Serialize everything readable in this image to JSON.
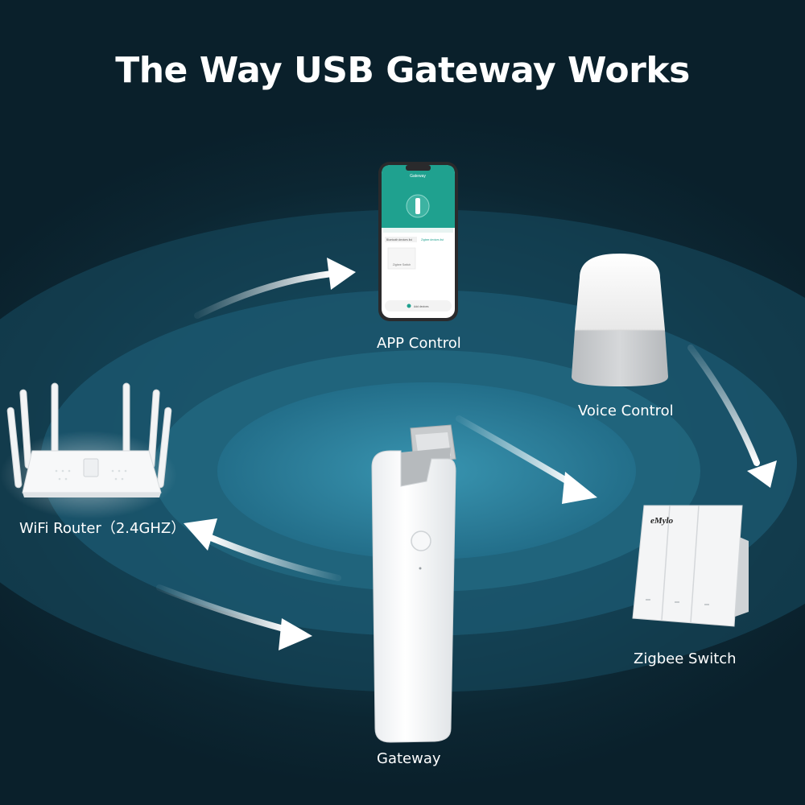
{
  "title": "The Way USB Gateway Works",
  "nodes": {
    "app": {
      "label": "APP Control"
    },
    "voice": {
      "label": "Voice Control"
    },
    "router": {
      "label": "WiFi Router（2.4GHZ）"
    },
    "switch": {
      "label": "Zigbee Switch",
      "brand": "eMylo"
    },
    "gateway": {
      "label": "Gateway"
    }
  },
  "phone_screen": {
    "header": "Gateway",
    "tabs": [
      "Bluetooth devices list",
      "Zigbee devices list"
    ],
    "device": "Zigbee Switch",
    "button": "Add devices"
  },
  "colors": {
    "background": "#0d2a36",
    "ellipse_glow": "#2f87a3",
    "arrow": "#ffffff",
    "app_teal": "#1fa18f"
  }
}
